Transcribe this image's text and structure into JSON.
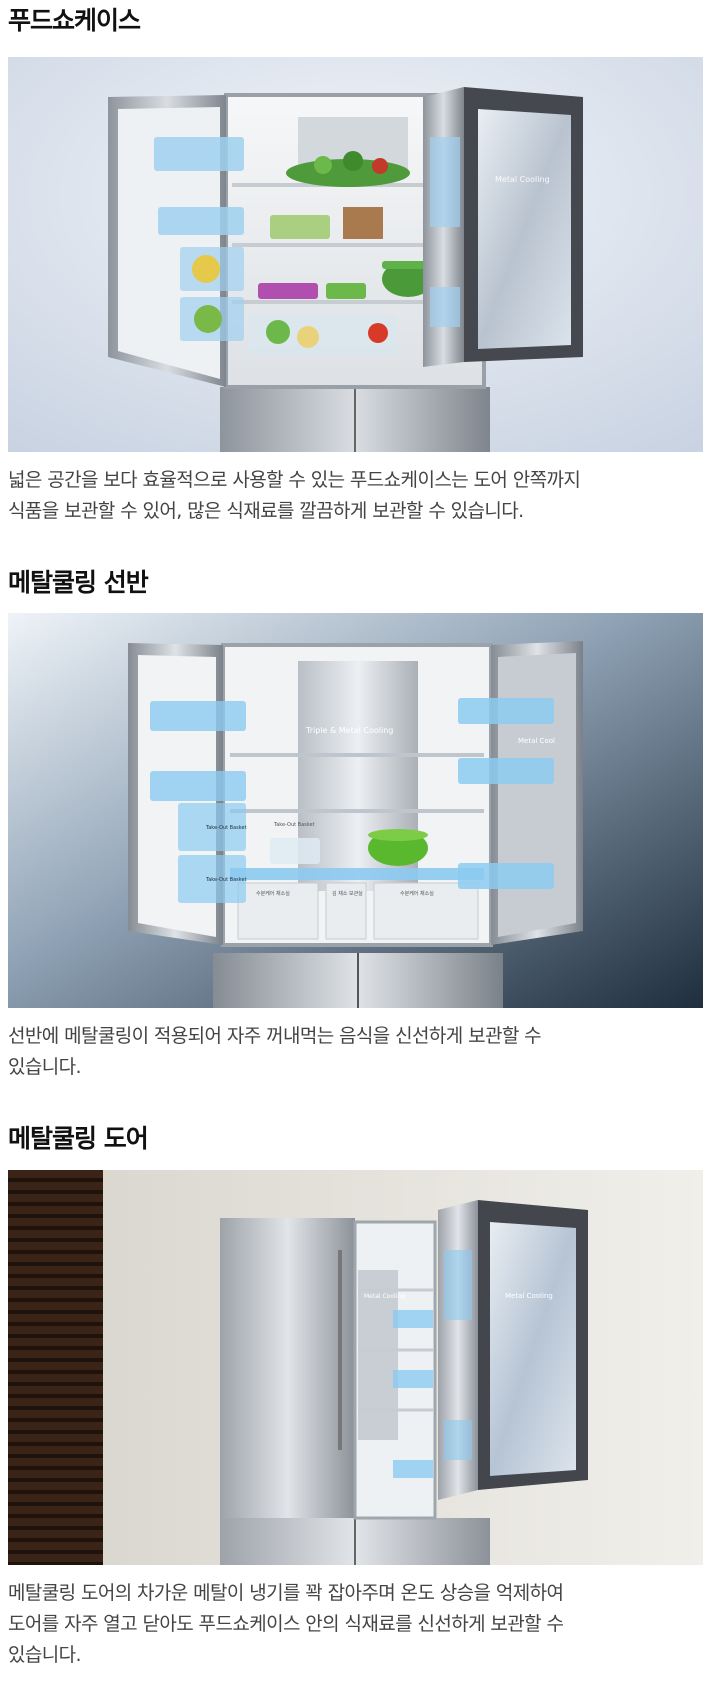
{
  "sections": [
    {
      "title": "푸드쇼케이스",
      "caption_lines": [
        "넓은 공간을 보다 효율적으로 사용할 수 있는 푸드쇼케이스는 도어 안쪽까지",
        "식품을 보관할 수 있어, 많은 식재료를 깔끔하게 보관할 수 있습니다."
      ],
      "photo": {
        "panel_label": "Metal Cooling",
        "background": "#dfe5ee"
      }
    },
    {
      "title": "메탈쿨링 선반",
      "caption_lines": [
        "선반에 메탈쿨링이 적용되어 자주 꺼내먹는 음식을 신선하게 보관할 수",
        "있습니다."
      ],
      "photo": {
        "back_label": "Triple & Metal Cooling",
        "door_label": "Metal Cool",
        "basket_label": "Take-Out Basket",
        "drawer_left_label": "수분케어 채소실",
        "drawer_mid_label": "김 채소 보관실",
        "drawer_right_label": "수분케어 채소실",
        "background": "#2a3a4a"
      }
    },
    {
      "title": "메탈쿨링 도어",
      "caption_lines": [
        "메탈쿨링 도어의 차가운 메탈이 냉기를 꽉 잡아주며 온도 상승을 억제하여",
        "도어를 자주 열고 닫아도 푸드쇼케이스 안의 식재료를 신선하게 보관할 수",
        "있습니다."
      ],
      "photo": {
        "panel_label": "Metal Cooling",
        "back_label": "Metal Cooling",
        "background": "#e6e3dc"
      }
    }
  ]
}
